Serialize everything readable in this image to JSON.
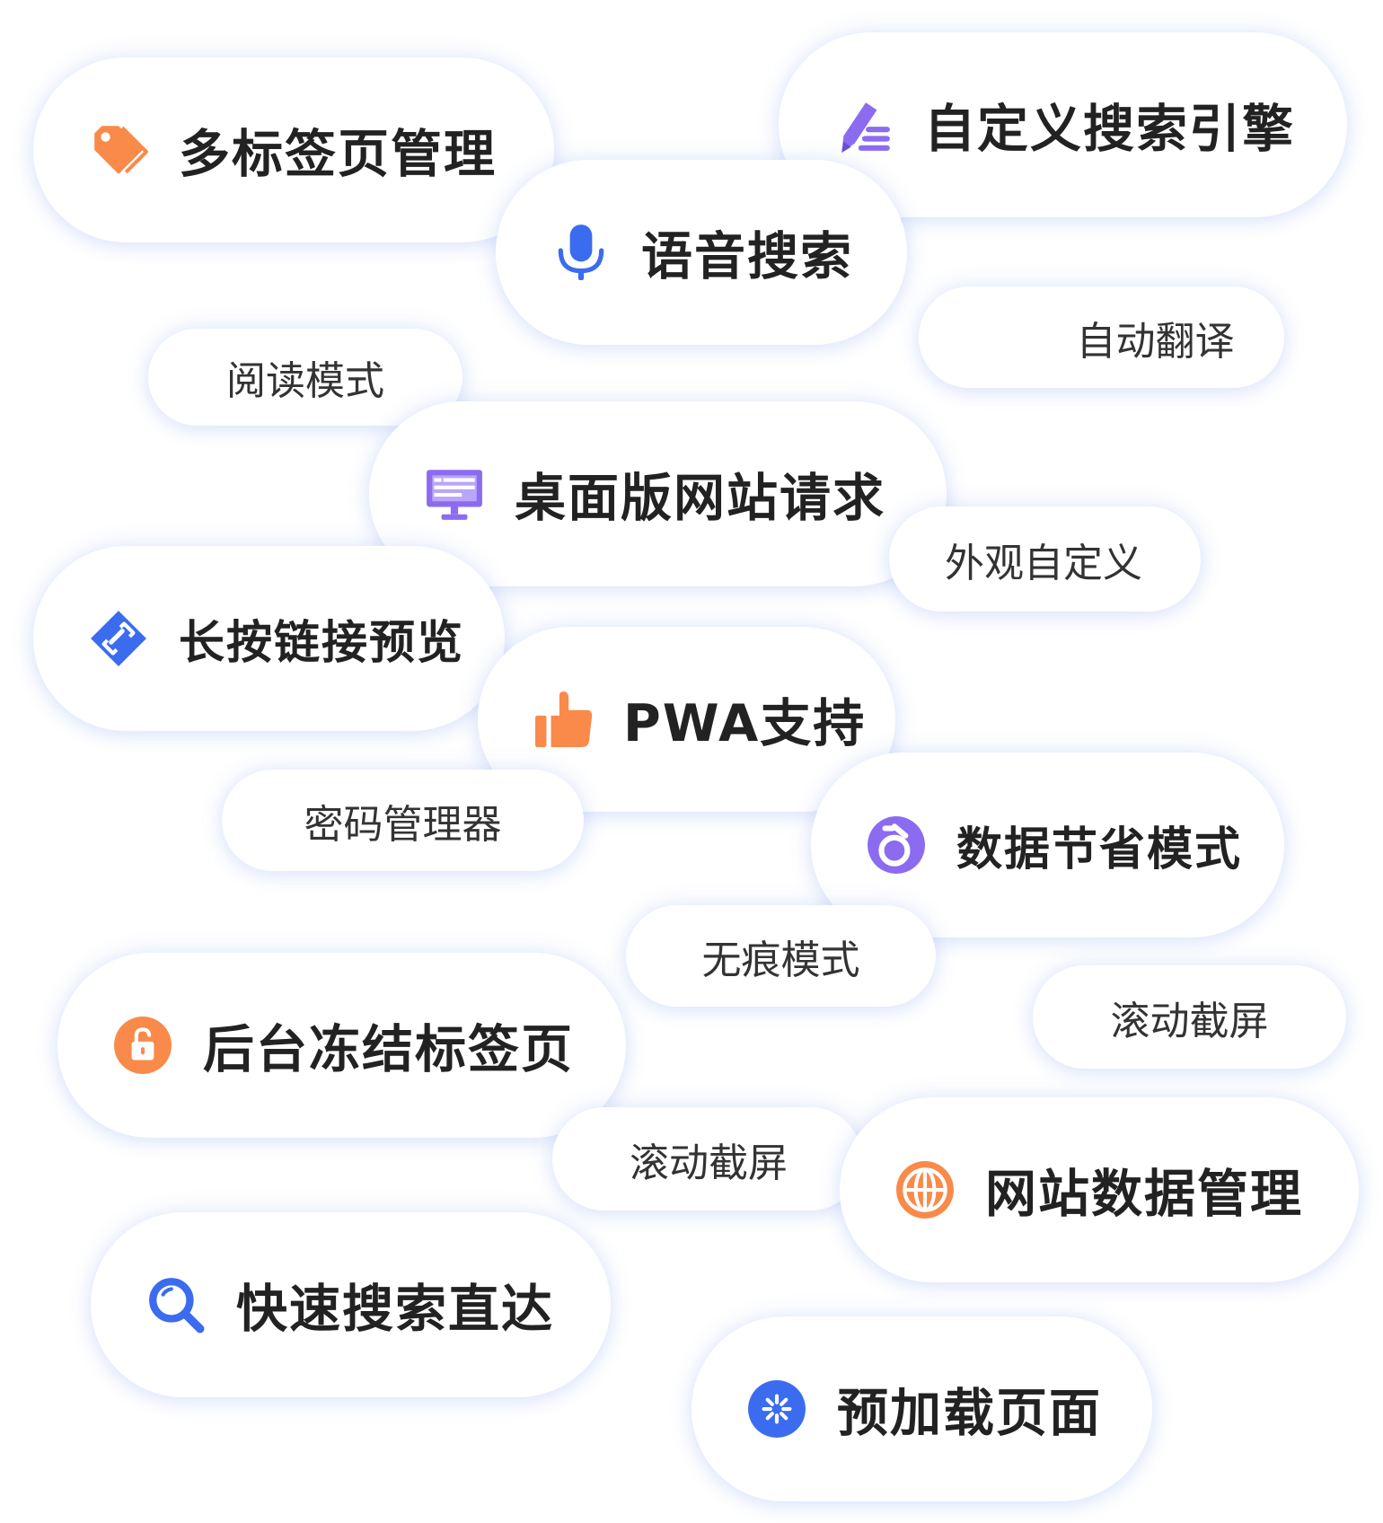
{
  "colors": {
    "orange": "#F98A4A",
    "blue": "#3B6CF0",
    "purple": "#8B6CF0",
    "text": "#222222"
  },
  "features": [
    {
      "label": "多标签页管理",
      "icon": "tag-icon"
    },
    {
      "label": "自定义搜索引擎",
      "icon": "pen-list-icon"
    },
    {
      "label": "语音搜索",
      "icon": "microphone-icon"
    },
    {
      "label": "自动翻译"
    },
    {
      "label": "阅读模式"
    },
    {
      "label": "桌面版网站请求",
      "icon": "desktop-icon"
    },
    {
      "label": "外观自定义"
    },
    {
      "label": "长按链接预览",
      "icon": "link-icon"
    },
    {
      "label": "PWA支持",
      "icon": "thumbs-up-icon"
    },
    {
      "label": "密码管理器"
    },
    {
      "label": "数据节省模式",
      "icon": "gauge-icon"
    },
    {
      "label": "无痕模式"
    },
    {
      "label": "后台冻结标签页",
      "icon": "unlock-icon"
    },
    {
      "label": "滚动截屏"
    },
    {
      "label": "滚动截屏"
    },
    {
      "label": "网站数据管理",
      "icon": "globe-icon"
    },
    {
      "label": "快速搜索直达",
      "icon": "search-icon"
    },
    {
      "label": "预加载页面",
      "icon": "preload-icon"
    }
  ]
}
